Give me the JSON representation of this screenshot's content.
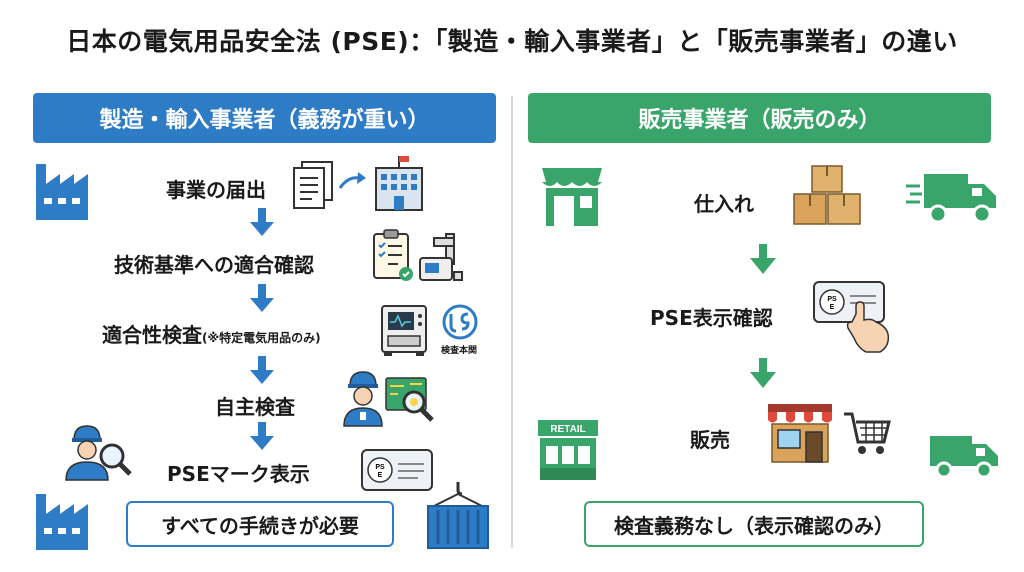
{
  "title": "日本の電気用品安全法 (PSE)：「製造・輸入事業者」と「販売事業者」の違い",
  "left": {
    "header": "製造・輸入事業者（義務が重い）",
    "steps": [
      "事業の届出",
      "技術基準への適合確認",
      "適合性検査",
      "自主検査",
      "PSEマーク表示"
    ],
    "step3_note": "(※特定電気用品のみ)",
    "inspection_body_label": "検査本関",
    "summary": "すべての手続きが必要",
    "accent": "#2f7cc6"
  },
  "right": {
    "header": "販売事業者（販売のみ）",
    "steps": [
      "仕入れ",
      "PSE表示確認",
      "販売"
    ],
    "retail_sign": "RETAIL",
    "summary": "検査義務なし（表示確認のみ）",
    "accent": "#3aa56a"
  },
  "icons": [
    "factory-icon",
    "documents-icon",
    "office-building-icon",
    "checklist-icon",
    "measuring-equipment-icon",
    "test-machine-icon",
    "inspection-body-logo",
    "worker-icon",
    "circuit-board-magnifier-icon",
    "inspector-magnifier-icon",
    "pse-card-icon",
    "shipping-container-icon",
    "shop-icon",
    "boxes-icon",
    "delivery-truck-icon",
    "pse-card-hand-icon",
    "retail-store-icon",
    "storefront-icon",
    "shopping-cart-icon"
  ]
}
